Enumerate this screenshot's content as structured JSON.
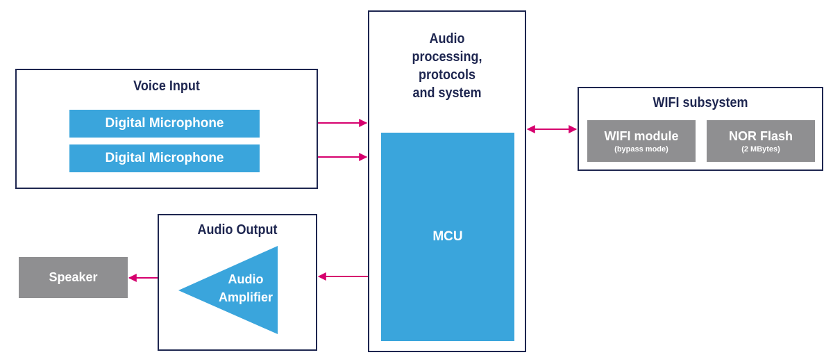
{
  "voice_input": {
    "title": "Voice Input",
    "mic1": "Digital Microphone",
    "mic2": "Digital Microphone"
  },
  "processing": {
    "title_lines": [
      "Audio",
      "processing,",
      "protocols",
      "and system"
    ],
    "mcu": "MCU"
  },
  "wifi": {
    "title": "WIFI subsystem",
    "module_label": "WIFI module",
    "module_sub": "(bypass mode)",
    "flash_label": "NOR Flash",
    "flash_sub": "(2 MBytes)"
  },
  "audio_output": {
    "title": "Audio Output",
    "amp_line1": "Audio",
    "amp_line2": "Amplifier"
  },
  "speaker": {
    "label": "Speaker"
  },
  "colors": {
    "border": "#1e2650",
    "blue": "#3aa5dc",
    "grey": "#8f8f91",
    "arrow": "#d6006e"
  }
}
